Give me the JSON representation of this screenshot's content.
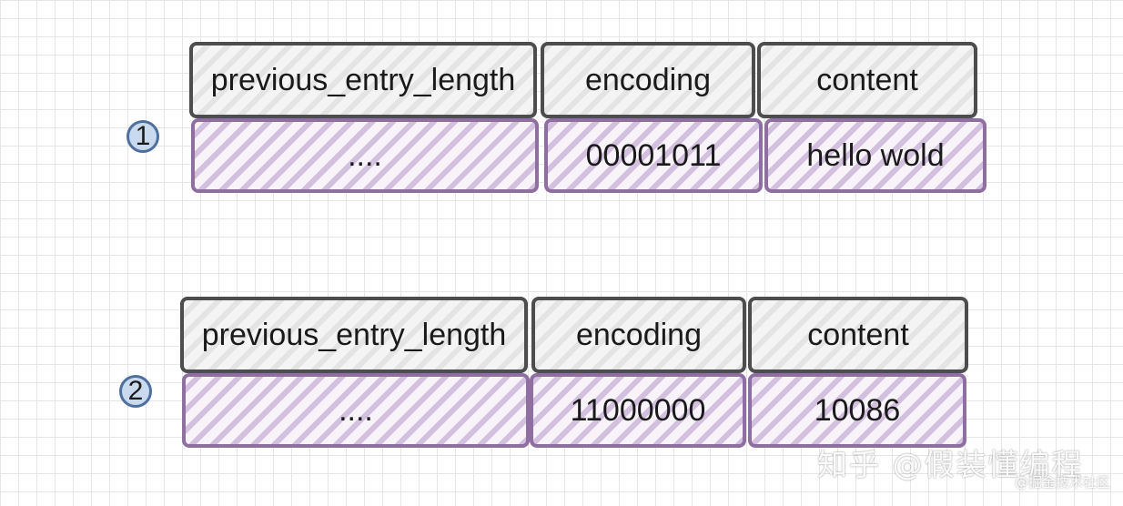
{
  "colors": {
    "header_border": "#4d4d4d",
    "value_border": "#8f6fa0",
    "value_hatch": "#b596ca",
    "marker_fill": "#c9d9ee",
    "marker_border": "#4f6f9f",
    "grid": "#e6e6e6"
  },
  "rows": [
    {
      "marker": "1",
      "headers": [
        "previous_entry_length",
        "encoding",
        "content"
      ],
      "values": [
        "....",
        "00001011",
        "hello wold"
      ]
    },
    {
      "marker": "2",
      "headers": [
        "previous_entry_length",
        "encoding",
        "content"
      ],
      "values": [
        "....",
        "11000000",
        "10086"
      ]
    }
  ],
  "watermark": {
    "main": "知乎 @假装懂编程",
    "sub": "@掘金技术社区"
  }
}
